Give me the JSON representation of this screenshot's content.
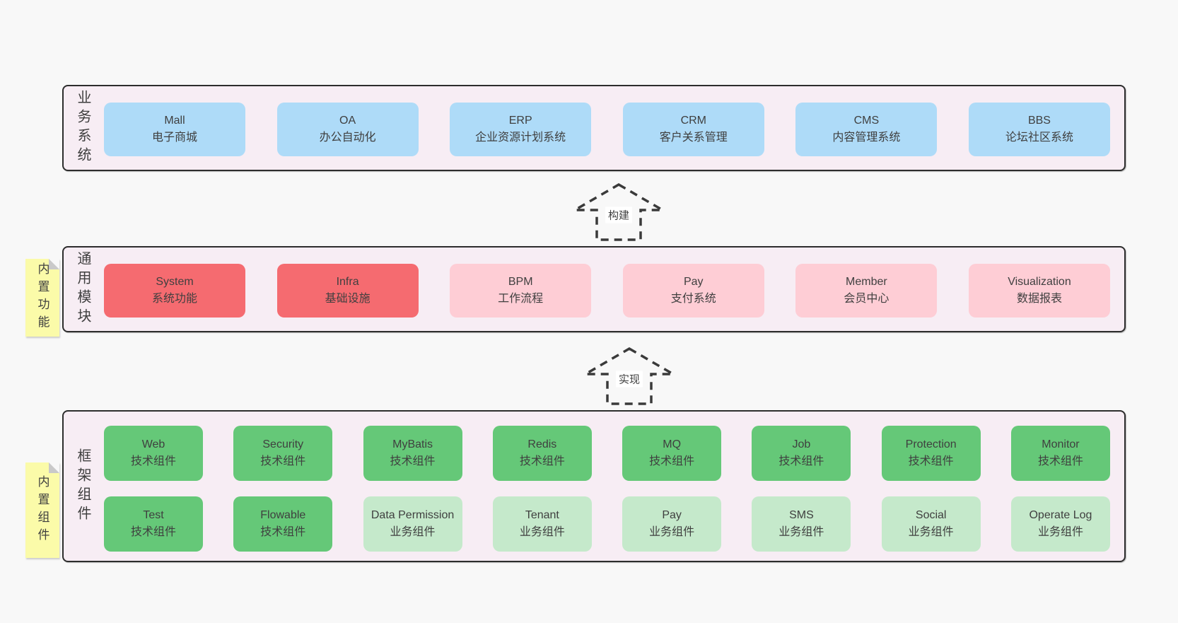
{
  "colors": {
    "page_bg": "#f8f8f8",
    "panel_bg": "#f7edf4",
    "border": "#2d2d2d",
    "text": "#3f3f3f",
    "blue": "#aedbf8",
    "red": "#f56b70",
    "pink": "#fecdd5",
    "green": "#65c878",
    "light_green": "#c5e9cb",
    "note_yellow": "#fbfba9",
    "fold_gray": "#c9c9c9",
    "arrow_stroke": "#3a3a3a"
  },
  "arrows": {
    "build": "构建",
    "implement": "实现"
  },
  "sections": {
    "business": {
      "label": "业务系统",
      "boxes": [
        {
          "title": "Mall",
          "subtitle": "电子商城"
        },
        {
          "title": "OA",
          "subtitle": "办公自动化"
        },
        {
          "title": "ERP",
          "subtitle": "企业资源计划系统"
        },
        {
          "title": "CRM",
          "subtitle": "客户关系管理"
        },
        {
          "title": "CMS",
          "subtitle": "内容管理系统"
        },
        {
          "title": "BBS",
          "subtitle": "论坛社区系统"
        }
      ]
    },
    "modules": {
      "note": "内置功能",
      "label": "通用模块",
      "boxes": [
        {
          "title": "System",
          "subtitle": "系统功能"
        },
        {
          "title": "Infra",
          "subtitle": "基础设施"
        },
        {
          "title": "BPM",
          "subtitle": "工作流程"
        },
        {
          "title": "Pay",
          "subtitle": "支付系统"
        },
        {
          "title": "Member",
          "subtitle": "会员中心"
        },
        {
          "title": "Visualization",
          "subtitle": "数据报表"
        }
      ]
    },
    "components": {
      "note": "内置组件",
      "label": "框架组件",
      "rows": [
        [
          {
            "title": "Web",
            "subtitle": "技术组件"
          },
          {
            "title": "Security",
            "subtitle": "技术组件"
          },
          {
            "title": "MyBatis",
            "subtitle": "技术组件"
          },
          {
            "title": "Redis",
            "subtitle": "技术组件"
          },
          {
            "title": "MQ",
            "subtitle": "技术组件"
          },
          {
            "title": "Job",
            "subtitle": "技术组件"
          },
          {
            "title": "Protection",
            "subtitle": "技术组件"
          },
          {
            "title": "Monitor",
            "subtitle": "技术组件"
          }
        ],
        [
          {
            "title": "Test",
            "subtitle": "技术组件"
          },
          {
            "title": "Flowable",
            "subtitle": "技术组件"
          },
          {
            "title": "Data Permission",
            "subtitle": "业务组件"
          },
          {
            "title": "Tenant",
            "subtitle": "业务组件"
          },
          {
            "title": "Pay",
            "subtitle": "业务组件"
          },
          {
            "title": "SMS",
            "subtitle": "业务组件"
          },
          {
            "title": "Social",
            "subtitle": "业务组件"
          },
          {
            "title": "Operate Log",
            "subtitle": "业务组件"
          }
        ]
      ]
    }
  }
}
